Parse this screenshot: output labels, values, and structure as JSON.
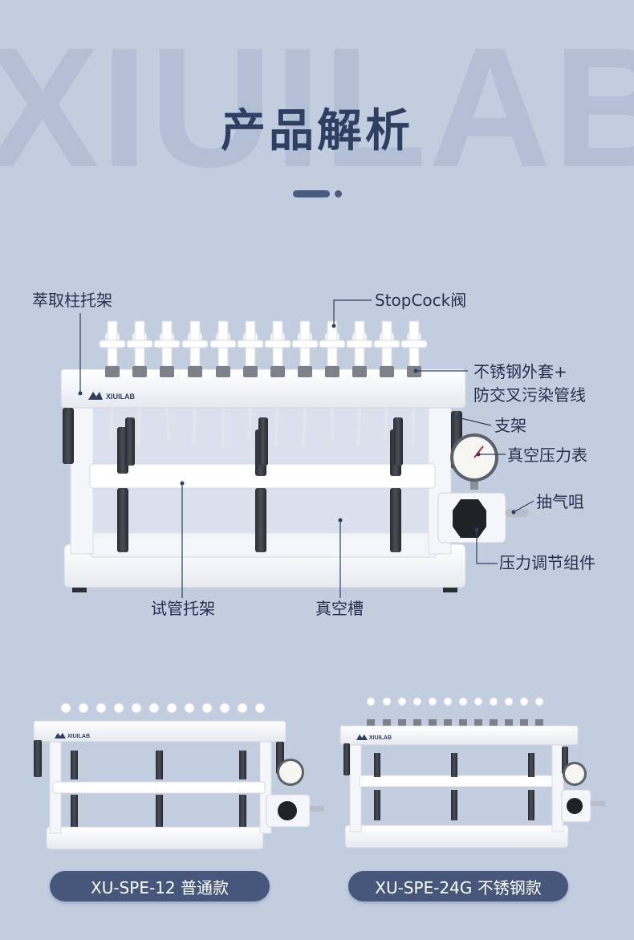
{
  "watermark": "XIUILAB",
  "title": "产品解析",
  "brand_logo": "XIUILAB",
  "callouts": {
    "column_rack": "萃取柱托架",
    "stopcock": "StopCock阀",
    "sleeve_line1": "不锈钢外套+",
    "sleeve_line2": "防交叉污染管线",
    "support": "支架",
    "gauge": "真空压力表",
    "vent": "抽气咀",
    "regulator": "压力调节组件",
    "tube_rack": "试管托架",
    "vacuum_tank": "真空槽"
  },
  "models": [
    {
      "label": "XU-SPE-12 普通款"
    },
    {
      "label": "XU-SPE-24G 不锈钢款"
    }
  ],
  "colors": {
    "background": "#c2cde0",
    "title": "#2e3f62",
    "badge": "#47577c",
    "watermark": "#b3bfd5"
  }
}
